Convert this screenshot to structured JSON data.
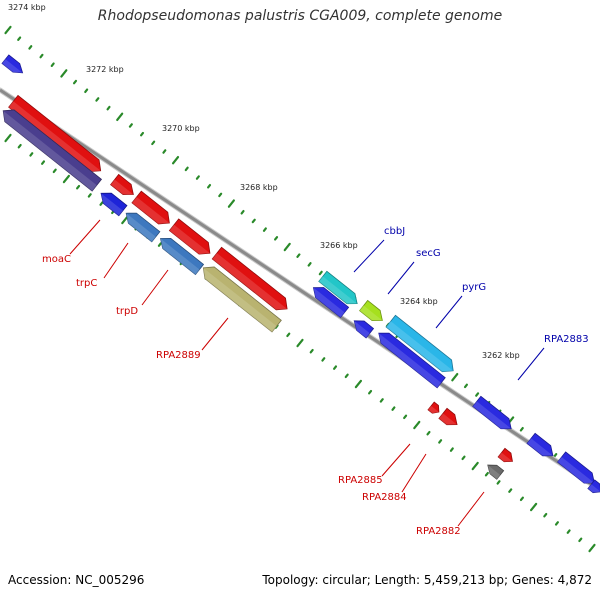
{
  "title": "Rhodopseudomonas palustris CGA009, complete genome",
  "footer": {
    "accession": "Accession: NC_005296",
    "summary": "Topology: circular; Length: 5,459,213 bp; Genes: 4,872"
  },
  "scale": [
    {
      "label": "3274 kbp"
    },
    {
      "label": "3272 kbp"
    },
    {
      "label": "3270 kbp"
    },
    {
      "label": "3268 kbp"
    },
    {
      "label": "3266 kbp"
    },
    {
      "label": "3264 kbp"
    },
    {
      "label": "3262 kbp"
    }
  ],
  "genes": [
    {
      "id": "g1",
      "color": "#2a2ae0",
      "strand": "fwd"
    },
    {
      "id": "g2",
      "color": "#e01010",
      "strand": "fwd"
    },
    {
      "id": "g3",
      "color": "#4a3e8e",
      "strand": "rev"
    },
    {
      "id": "g4",
      "color": "#e01010",
      "strand": "fwd"
    },
    {
      "id": "g5",
      "color": "#e01010",
      "strand": "fwd"
    },
    {
      "id": "moaC",
      "color": "#1e24d8",
      "strand": "rev"
    },
    {
      "id": "trpC",
      "color": "#3d78bf",
      "strand": "rev"
    },
    {
      "id": "trpD",
      "color": "#3d78bf",
      "strand": "rev"
    },
    {
      "id": "g6",
      "color": "#e01010",
      "strand": "fwd"
    },
    {
      "id": "g7",
      "color": "#e01010",
      "strand": "fwd"
    },
    {
      "id": "RPA2889",
      "color": "#b9b370",
      "strand": "rev"
    },
    {
      "id": "cbbJ",
      "color": "#22c6c8",
      "strand": "fwd"
    },
    {
      "id": "g8",
      "color": "#2a2ae0",
      "strand": "rev"
    },
    {
      "id": "secG",
      "color": "#a6e01e",
      "strand": "fwd"
    },
    {
      "id": "g9",
      "color": "#2a2ae0",
      "strand": "rev"
    },
    {
      "id": "pyrG",
      "color": "#2ab6e8",
      "strand": "fwd"
    },
    {
      "id": "g10",
      "color": "#2a2ae0",
      "strand": "rev"
    },
    {
      "id": "RPA2885",
      "color": "#e01010",
      "strand": "fwd"
    },
    {
      "id": "RPA2884",
      "color": "#e01010",
      "strand": "fwd"
    },
    {
      "id": "RPA2883",
      "color": "#2a2ae0",
      "strand": "fwd"
    },
    {
      "id": "g11",
      "color": "#2a2ae0",
      "strand": "fwd"
    },
    {
      "id": "g12",
      "color": "#e01010",
      "strand": "fwd"
    },
    {
      "id": "RPA2882",
      "color": "#6a6a6a",
      "strand": "rev"
    },
    {
      "id": "g13",
      "color": "#2a2ae0",
      "strand": "fwd"
    },
    {
      "id": "g14",
      "color": "#2a2ae0",
      "strand": "fwd"
    }
  ],
  "labels": [
    {
      "text": "moaC",
      "color": "#cc0000"
    },
    {
      "text": "trpC",
      "color": "#cc0000"
    },
    {
      "text": "trpD",
      "color": "#cc0000"
    },
    {
      "text": "RPA2889",
      "color": "#cc0000"
    },
    {
      "text": "cbbJ",
      "color": "#0000aa"
    },
    {
      "text": "secG",
      "color": "#0000aa"
    },
    {
      "text": "pyrG",
      "color": "#0000aa"
    },
    {
      "text": "RPA2883",
      "color": "#0000aa"
    },
    {
      "text": "RPA2885",
      "color": "#cc0000"
    },
    {
      "text": "RPA2884",
      "color": "#cc0000"
    },
    {
      "text": "RPA2882",
      "color": "#cc0000"
    }
  ],
  "colors": {
    "backbone": "#8a8a8a",
    "tick": "#2a8a2a",
    "scale_text": "#222222"
  }
}
